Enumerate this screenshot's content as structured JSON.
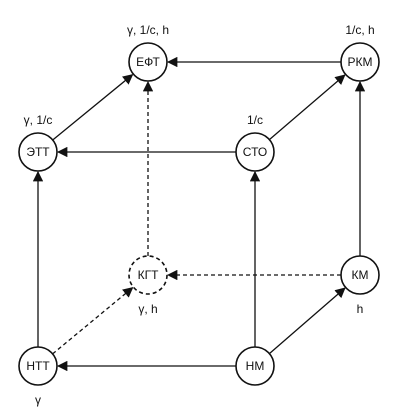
{
  "diagram": {
    "nodes": [
      {
        "id": "eft",
        "label": "ЕФТ",
        "caption": "γ, 1/c, h",
        "dashed": false
      },
      {
        "id": "rkm",
        "label": "РКМ",
        "caption": "1/c, h",
        "dashed": false
      },
      {
        "id": "ett",
        "label": "ЭТТ",
        "caption": "γ, 1/c",
        "dashed": false
      },
      {
        "id": "sto",
        "label": "СТО",
        "caption": "1/c",
        "dashed": false
      },
      {
        "id": "kgt",
        "label": "КГТ",
        "caption": "γ, h",
        "dashed": true
      },
      {
        "id": "km",
        "label": "КМ",
        "caption": "h",
        "dashed": false
      },
      {
        "id": "ntt",
        "label": "НТТ",
        "caption": "γ",
        "dashed": false
      },
      {
        "id": "nm",
        "label": "НМ",
        "caption": "",
        "dashed": false
      }
    ],
    "edges": [
      {
        "from": "rkm",
        "to": "eft",
        "dashed": false
      },
      {
        "from": "ett",
        "to": "eft",
        "dashed": false
      },
      {
        "from": "sto",
        "to": "rkm",
        "dashed": false
      },
      {
        "from": "sto",
        "to": "ett",
        "dashed": false
      },
      {
        "from": "kgt",
        "to": "eft",
        "dashed": true
      },
      {
        "from": "km",
        "to": "rkm",
        "dashed": false
      },
      {
        "from": "km",
        "to": "kgt",
        "dashed": true
      },
      {
        "from": "ntt",
        "to": "ett",
        "dashed": false
      },
      {
        "from": "ntt",
        "to": "kgt",
        "dashed": true
      },
      {
        "from": "nm",
        "to": "sto",
        "dashed": false
      },
      {
        "from": "nm",
        "to": "km",
        "dashed": false
      },
      {
        "from": "nm",
        "to": "ntt",
        "dashed": false
      }
    ]
  }
}
